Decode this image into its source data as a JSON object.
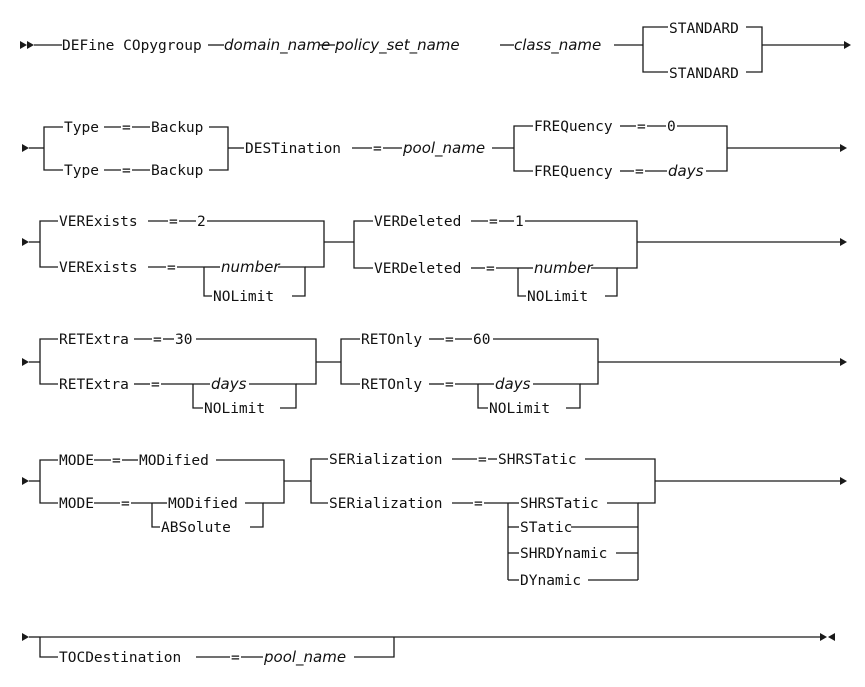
{
  "syntax": {
    "command": "DEFine COpygroup",
    "domain_name": "domain_name",
    "policy_set_name": "policy_set_name",
    "class_name": "class_name",
    "standard_default": "STANDARD",
    "standard_choice": "STANDARD",
    "eq": "=",
    "type_kw": "Type",
    "backup_default": "Backup",
    "backup_choice": "Backup",
    "destination_kw": "DESTination",
    "pool_name": "pool_name",
    "frequency_kw": "FREQuency",
    "frequency_default": "0",
    "days": "days",
    "verexists_kw": "VERExists",
    "verexists_default": "2",
    "verdeleted_kw": "VERDeleted",
    "verdeleted_default": "1",
    "number": "number",
    "nolimit": "NOLimit",
    "retextra_kw": "RETExtra",
    "retextra_default": "30",
    "retonly_kw": "RETOnly",
    "retonly_default": "60",
    "mode_kw": "MODE",
    "modified_default": "MODified",
    "modified_choice": "MODified",
    "absolute": "ABSolute",
    "serialization_kw": "SERialization",
    "shrstatic_default": "SHRSTatic",
    "shrstatic_choice": "SHRSTatic",
    "static": "STatic",
    "shrdynamic": "SHRDYnamic",
    "dynamic": "DYnamic",
    "tocdestination_kw": "TOCDestination"
  }
}
